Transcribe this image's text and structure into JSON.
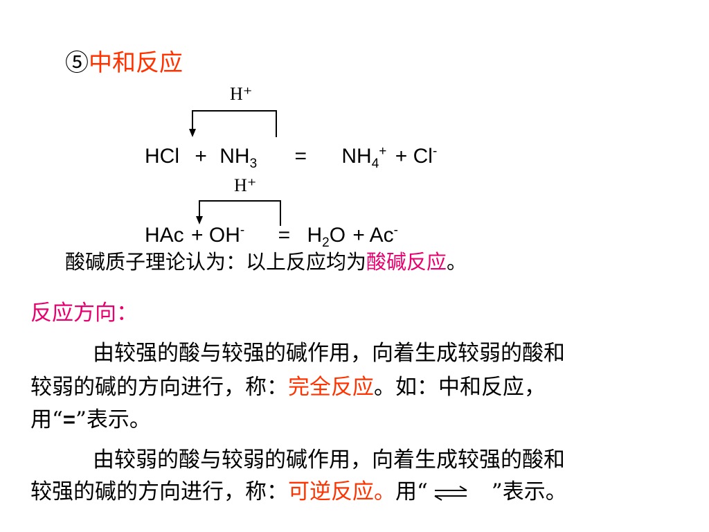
{
  "title": {
    "circled_number": "⑤",
    "text": "中和反应"
  },
  "equation1": {
    "proton_label": "H⁺",
    "reactant1": "HCl",
    "plus1": "+",
    "reactant2_base": "NH",
    "reactant2_sub": "3",
    "equals": "=",
    "product1_base": "NH",
    "product1_sub": "4",
    "product1_sup": "+",
    "plus2": "+",
    "product2_base": "Cl",
    "product2_sup": "-"
  },
  "equation2": {
    "proton_label": "H⁺",
    "reactant1": "HAc",
    "plus1": "+",
    "reactant2_base": "OH",
    "reactant2_sup": "-",
    "equals": "=",
    "product1_pre": "H",
    "product1_sub": "2",
    "product1_post": "O",
    "plus2": "+",
    "product2_base": "Ac",
    "product2_sup": "-"
  },
  "theory_note": {
    "text": "酸碱质子理论认为：以上反应均为",
    "highlight": "酸碱反应",
    "end": "。"
  },
  "direction_heading": "反应方向：",
  "paragraph1": {
    "line1": "由较强的酸与较强的碱作用，向着生成较弱的酸和",
    "line2_pre": "较弱的碱的方向进行，称：",
    "line2_highlight": "完全反应",
    "line2_post": "。如：中和反应，",
    "line3_pre": "用“",
    "line3_symbol": "=",
    "line3_post": "”表示。"
  },
  "paragraph2": {
    "line1": "由较弱的酸与较弱的碱作用，向着生成较强的酸和",
    "line2_pre": "较强的碱的方向进行，称：",
    "line2_highlight": "可逆反应。",
    "line2_mid": "用“",
    "line2_post": "”表示。"
  },
  "colors": {
    "accent_red": "#ff3300",
    "accent_magenta": "#e8006e",
    "text": "#000000"
  },
  "icons": [
    "proton-transfer-arrow-icon",
    "reversible-arrow-icon"
  ]
}
